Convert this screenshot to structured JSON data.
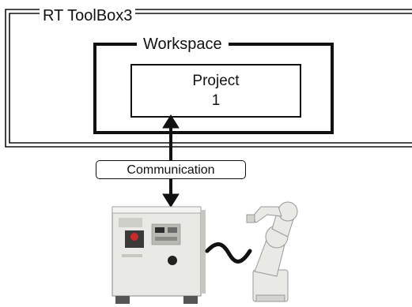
{
  "diagram": {
    "software": {
      "label": "RT ToolBox3"
    },
    "workspace": {
      "label": "Workspace"
    },
    "project": {
      "label_line1": "Project",
      "label_line2": "1"
    },
    "link": {
      "label": "Communication"
    },
    "hardware": {
      "controller_icon": "robot-controller-icon",
      "cable_icon": "cable-icon",
      "robot_icon": "robot-arm-icon"
    },
    "colors": {
      "line": "#111111",
      "background": "#ffffff",
      "device_body": "#e9e9e6",
      "device_shade": "#b9b9b4"
    }
  }
}
